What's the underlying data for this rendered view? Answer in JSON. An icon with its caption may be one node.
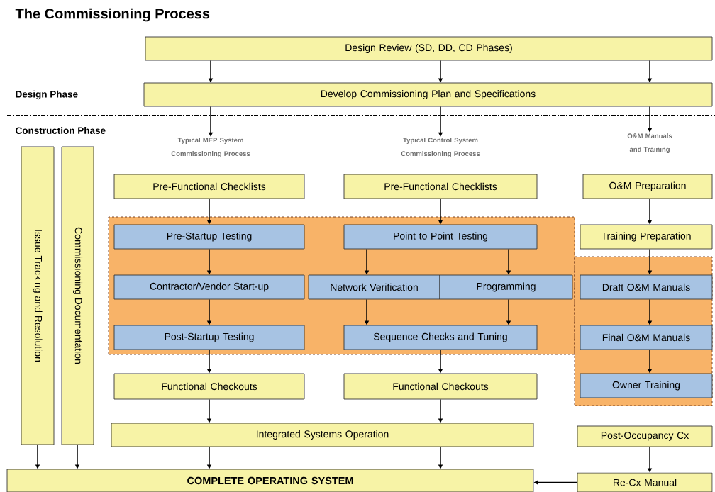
{
  "diagram": {
    "title": "The Commissioning Process",
    "nodes": [
      {
        "text": [
          "Design Review (SD, DD, CD Phases)"
        ]
      },
      {
        "text": [
          "Develop Commissioning Plan and Specifications"
        ]
      },
      {
        "text": [
          "Typical MEP System Commissioning Process"
        ]
      },
      {
        "text": [
          "Typical Control System Commissioning Process"
        ]
      },
      {
        "text": [
          "O&M Manuals and Training"
        ]
      },
      {
        "text": [
          "Issue Tracking and Resolution"
        ]
      },
      {
        "text": [
          "Commissioning Documentation"
        ]
      },
      {
        "text": [
          "Pre-Functional Checklists"
        ]
      },
      {
        "text": [
          "Pre-Functional Checklists"
        ]
      },
      {
        "text": [
          "O&M Preparation"
        ]
      },
      {
        "text": [],
        "shape": "box"
      },
      {
        "text": [
          "Pre-Startup Testing"
        ],
        "in": 10
      },
      {
        "text": [
          "Point to Point Testing"
        ],
        "in": 10
      },
      {
        "text": [
          "Training Preparation"
        ]
      },
      {
        "text": [],
        "shape": "box"
      },
      {
        "text": [
          "Contractor/Vendor Start-up"
        ],
        "in": 10
      },
      {
        "text": [
          "Network Verification"
        ],
        "in": 10
      },
      {
        "text": [
          "Programming"
        ],
        "in": 10
      },
      {
        "text": [
          "Draft O&M Manuals"
        ],
        "in": 14
      },
      {
        "text": [
          "Post-Startup Testing"
        ],
        "in": 10
      },
      {
        "text": [
          "Sequence Checks and Tuning"
        ],
        "in": 10
      },
      {
        "text": [
          "Final O&M Manuals"
        ],
        "in": 14
      },
      {
        "text": [
          "Functional Checkouts"
        ]
      },
      {
        "text": [
          "Functional Checkouts"
        ]
      },
      {
        "text": [
          "Owner Training"
        ],
        "in": 14
      },
      {
        "text": [
          "Integrated Systems Operation"
        ]
      },
      {
        "text": [
          "Post-Occupancy Cx"
        ]
      },
      {
        "text": [
          "COMPLETE OPERATING SYSTEM"
        ]
      },
      {
        "text": [
          "Re-Cx Manual"
        ]
      }
    ],
    "edges": [
      {
        "from": 0,
        "to": 1,
        "arrow": "to"
      },
      {
        "from": 0,
        "to": 1,
        "arrow": "to"
      },
      {
        "from": 0,
        "to": 1,
        "arrow": "to"
      },
      {
        "from": 1,
        "to": 2,
        "arrow": "to"
      },
      {
        "from": 1,
        "to": 3,
        "arrow": "to"
      },
      {
        "from": 1,
        "to": 4,
        "arrow": "to"
      },
      {
        "from": 7,
        "to": 11,
        "arrow": "to"
      },
      {
        "from": 8,
        "to": 12,
        "arrow": "to"
      },
      {
        "from": 9,
        "to": 13,
        "arrow": "to"
      },
      {
        "from": 11,
        "to": 15,
        "arrow": "to"
      },
      {
        "from": 12,
        "to": 16,
        "arrow": "to"
      },
      {
        "from": 12,
        "to": 17,
        "arrow": "to"
      },
      {
        "from": 13,
        "to": 18,
        "arrow": "to"
      },
      {
        "from": 15,
        "to": 19,
        "arrow": "to"
      },
      {
        "from": 16,
        "to": 20,
        "arrow": "to"
      },
      {
        "from": 17,
        "to": 20,
        "arrow": "to"
      },
      {
        "from": 18,
        "to": 21,
        "arrow": "to"
      },
      {
        "from": 19,
        "to": 22,
        "arrow": "to"
      },
      {
        "from": 20,
        "to": 23,
        "arrow": "to"
      },
      {
        "from": 21,
        "to": 24,
        "arrow": "to"
      },
      {
        "from": 22,
        "to": 25,
        "arrow": "to"
      },
      {
        "from": 23,
        "to": 25,
        "arrow": "to"
      },
      {
        "from": 5,
        "to": 27,
        "arrow": "to"
      },
      {
        "from": 6,
        "to": 27,
        "arrow": "to"
      },
      {
        "from": 25,
        "to": 27,
        "arrow": "to"
      },
      {
        "from": 25,
        "to": 27,
        "arrow": "to"
      },
      {
        "from": 26,
        "to": 28,
        "arrow": "to"
      },
      {
        "from": 28,
        "to": 27,
        "arrow": "to"
      }
    ],
    "labels": [
      "Design Phase",
      "Construction Phase"
    ]
  }
}
